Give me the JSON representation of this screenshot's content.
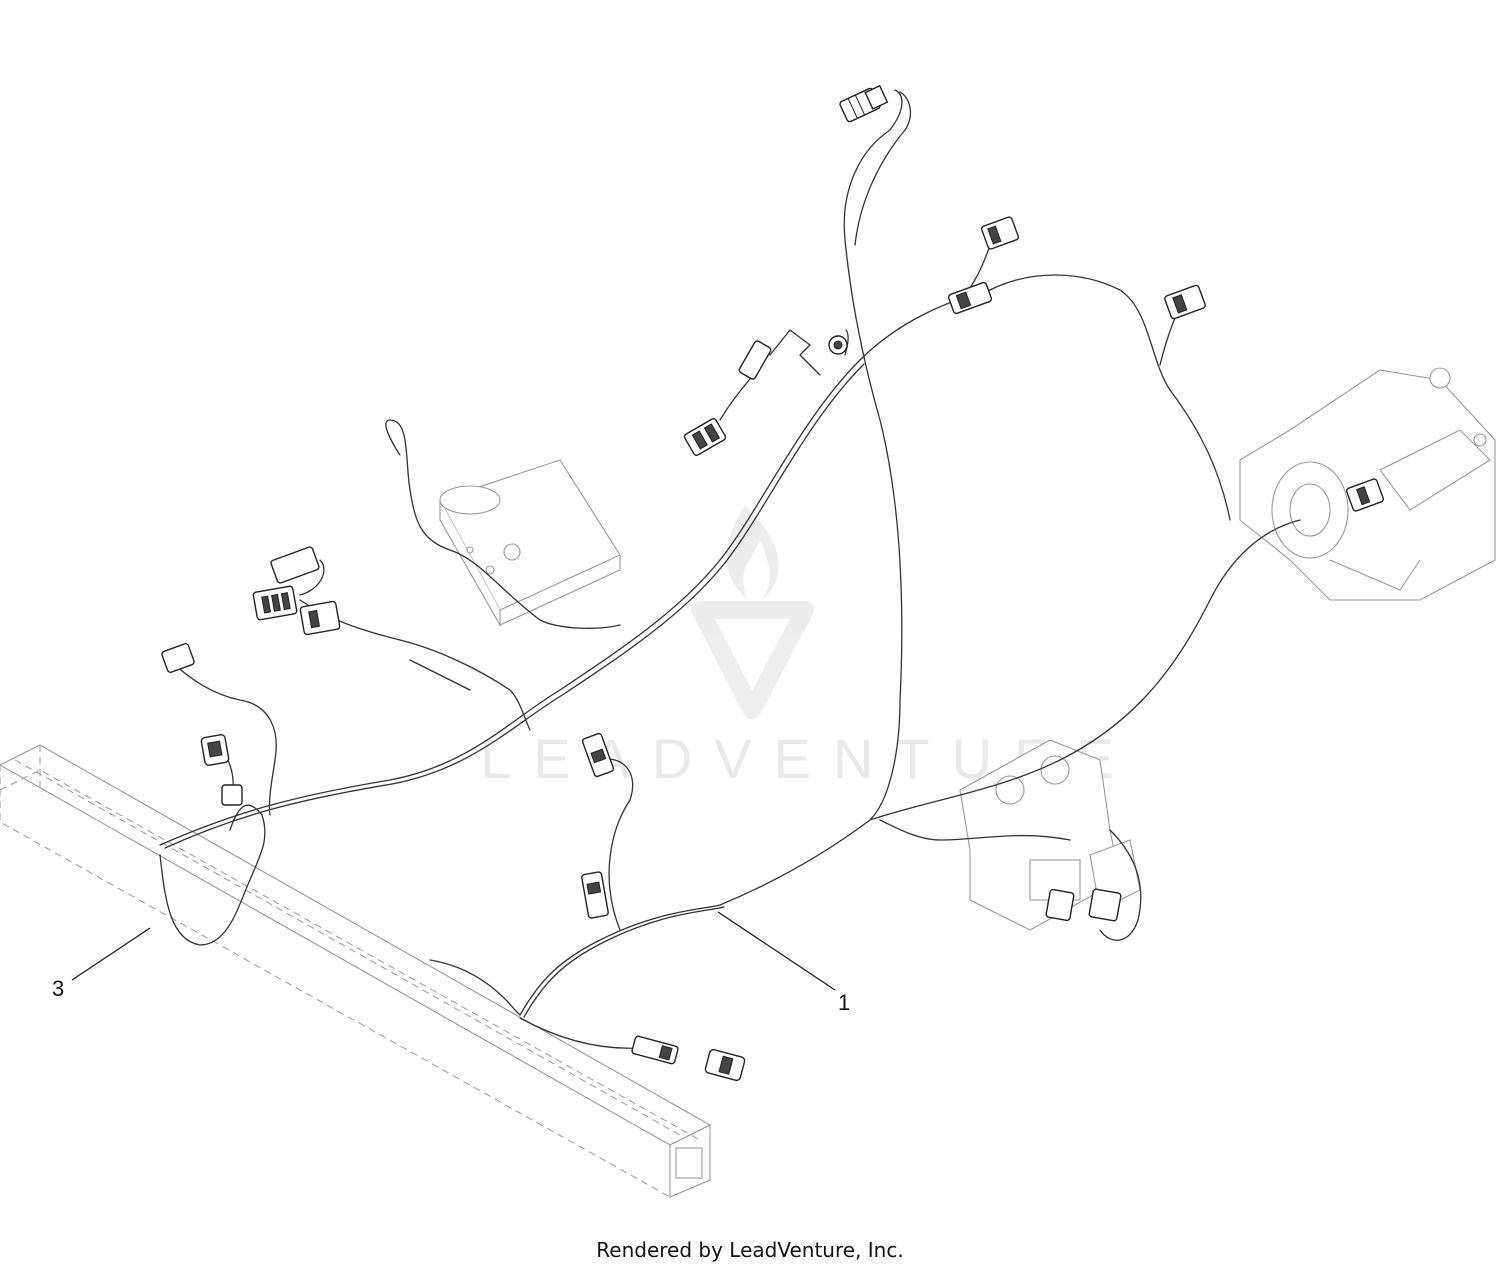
{
  "callouts": {
    "harness_label": "1",
    "frame_label": "3"
  },
  "watermark": {
    "text": "LEADVENTURE"
  },
  "footer": {
    "text": "Rendered by LeadVenture, Inc."
  },
  "colors": {
    "line": "#333333",
    "ghost_line": "#9a9a9a",
    "watermark": "#e9e9e9"
  }
}
